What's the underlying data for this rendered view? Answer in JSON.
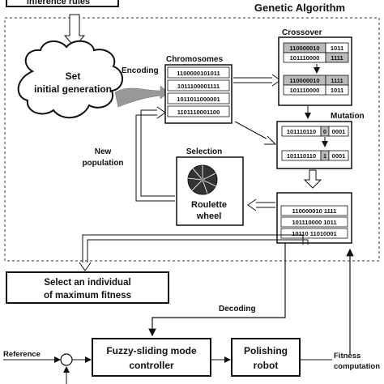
{
  "header": {
    "inference_rules": "inference  rules",
    "ga_title": "Genetic  Algorithm"
  },
  "initial": {
    "line1": "Set",
    "line2": "initial generation"
  },
  "encoding": "Encoding",
  "chromosomes": {
    "title": "Chromosomes",
    "rows": [
      "1100000101011",
      "1011100001111",
      "1011011000001",
      "1101110001100"
    ]
  },
  "crossover": {
    "title": "Crossover",
    "before": [
      [
        "110000010",
        "1011"
      ],
      [
        "101110000",
        "1111"
      ]
    ],
    "after": [
      [
        "110000010",
        "1111"
      ],
      [
        "101110000",
        "1011"
      ]
    ]
  },
  "mutation": {
    "title": "Mutation",
    "before": [
      "101110110",
      "0",
      "0001"
    ],
    "after": [
      "101110110",
      "1",
      "0001"
    ]
  },
  "new_population": {
    "line1": "New",
    "line2": "population"
  },
  "selection": {
    "title": "Selection",
    "line1": "Roulette",
    "line2": "wheel"
  },
  "offspring": {
    "title": "offspring",
    "rows": [
      "110000010 1111",
      "101110000 1011",
      "10110 11010001"
    ]
  },
  "select_individual": {
    "line1": "Select an individual",
    "line2": "of maximum fitness"
  },
  "decoding": "Decoding",
  "reference": "Reference",
  "controller": {
    "line1": "Fuzzy-sliding mode",
    "line2": "controller"
  },
  "robot": {
    "line1": "Polishing",
    "line2": "robot"
  },
  "fitness": {
    "line1": "Fitness",
    "line2": "computation"
  }
}
